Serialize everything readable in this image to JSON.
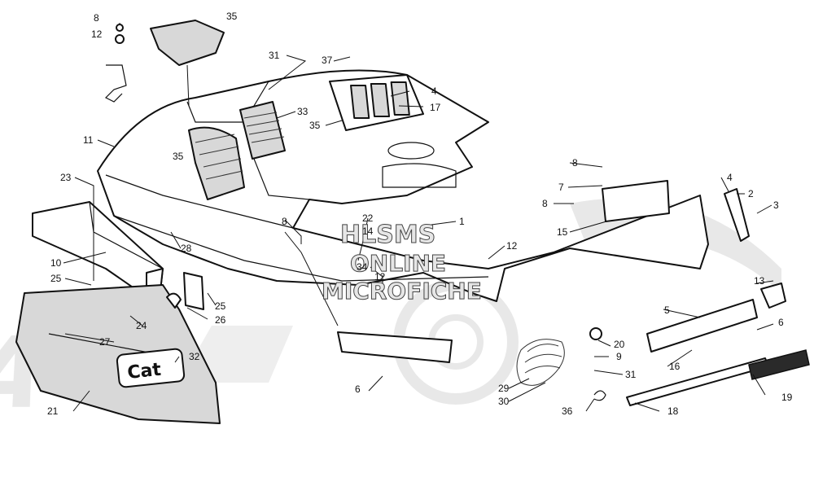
{
  "watermark": {
    "line1": "HLSMS",
    "line2": "ONLINE",
    "line3": "MICROFICHE",
    "background_logo": "arctic-cat-logo",
    "color": "#c9c9c9"
  },
  "decal_text": "Cat",
  "callouts": [
    {
      "id": "c8a",
      "label": "8"
    },
    {
      "id": "c12a",
      "label": "12"
    },
    {
      "id": "c35a",
      "label": "35"
    },
    {
      "id": "c31a",
      "label": "31"
    },
    {
      "id": "c37",
      "label": "37"
    },
    {
      "id": "c4a",
      "label": "4"
    },
    {
      "id": "c17",
      "label": "17"
    },
    {
      "id": "c33",
      "label": "33"
    },
    {
      "id": "c35b",
      "label": "35"
    },
    {
      "id": "c35c",
      "label": "35"
    },
    {
      "id": "c11",
      "label": "11"
    },
    {
      "id": "c23",
      "label": "23"
    },
    {
      "id": "c8b",
      "label": "8"
    },
    {
      "id": "c7",
      "label": "7"
    },
    {
      "id": "c8c",
      "label": "8"
    },
    {
      "id": "c4b",
      "label": "4"
    },
    {
      "id": "c2",
      "label": "2"
    },
    {
      "id": "c3",
      "label": "3"
    },
    {
      "id": "c15",
      "label": "15"
    },
    {
      "id": "c22",
      "label": "22"
    },
    {
      "id": "c14",
      "label": "14"
    },
    {
      "id": "c1",
      "label": "1"
    },
    {
      "id": "c8d",
      "label": "8"
    },
    {
      "id": "c12b",
      "label": "12"
    },
    {
      "id": "c28",
      "label": "28"
    },
    {
      "id": "c10",
      "label": "10"
    },
    {
      "id": "c34",
      "label": "34"
    },
    {
      "id": "c12c",
      "label": "12"
    },
    {
      "id": "c13",
      "label": "13"
    },
    {
      "id": "c25a",
      "label": "25"
    },
    {
      "id": "c25b",
      "label": "25"
    },
    {
      "id": "c5",
      "label": "5"
    },
    {
      "id": "c24",
      "label": "24"
    },
    {
      "id": "c26",
      "label": "26"
    },
    {
      "id": "c6a",
      "label": "6"
    },
    {
      "id": "c27",
      "label": "27"
    },
    {
      "id": "c32",
      "label": "32"
    },
    {
      "id": "c20",
      "label": "20"
    },
    {
      "id": "c9",
      "label": "9"
    },
    {
      "id": "c16",
      "label": "16"
    },
    {
      "id": "c31b",
      "label": "31"
    },
    {
      "id": "c6b",
      "label": "6"
    },
    {
      "id": "c29",
      "label": "29"
    },
    {
      "id": "c30",
      "label": "30"
    },
    {
      "id": "c19",
      "label": "19"
    },
    {
      "id": "c36",
      "label": "36"
    },
    {
      "id": "c18",
      "label": "18"
    },
    {
      "id": "c21",
      "label": "21"
    }
  ]
}
